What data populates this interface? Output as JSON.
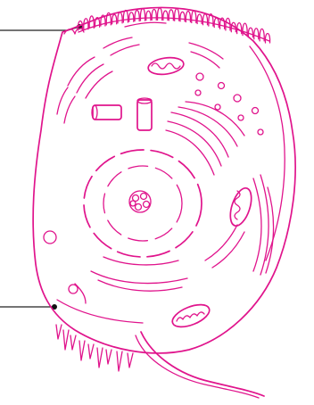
{
  "diagram": {
    "subject": "cell-with-cilia-and-flagellum",
    "line_color": "#e0148c",
    "leader_color": "#222222",
    "labels": [
      {
        "id": "top-leader-label",
        "text": ""
      },
      {
        "id": "bottom-leader-label",
        "text": ""
      }
    ]
  }
}
